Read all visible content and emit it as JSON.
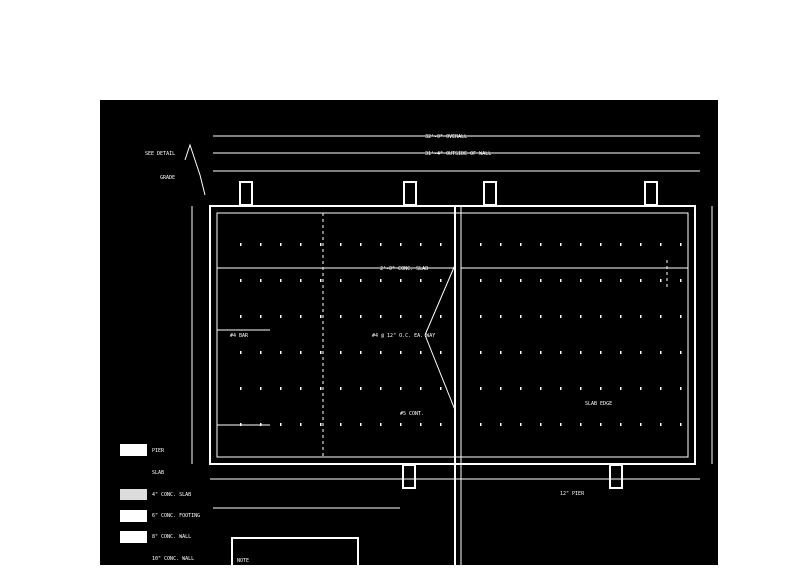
{
  "drawing": {
    "type": "foundation plan (inverted scan)",
    "labels": {
      "overall_dim": "32'-0\" OVERALL",
      "inner_dim": "31'-4\" OUTSIDE OF WALL",
      "left_note_1": "SEE DETAIL",
      "left_note_2": "GRADE",
      "mid_note": "2'-0\" CONC. SLAB",
      "center_note": "#4 @ 12\" O.C. EA. WAY",
      "left_side_note": "#4 BAR",
      "right_note": "SLAB EDGE",
      "bottom_note": "#5 CONT.",
      "bottom_right_note": "12\" PIER"
    },
    "legend": [
      {
        "label": "PIER"
      },
      {
        "label": "SLAB"
      },
      {
        "label": "4\" CONC. SLAB"
      },
      {
        "label": "6\" CONC. FOOTING"
      },
      {
        "label": "8\" CONC. WALL"
      },
      {
        "label": "10\" CONC. WALL"
      }
    ],
    "title_box": "NOTE"
  }
}
